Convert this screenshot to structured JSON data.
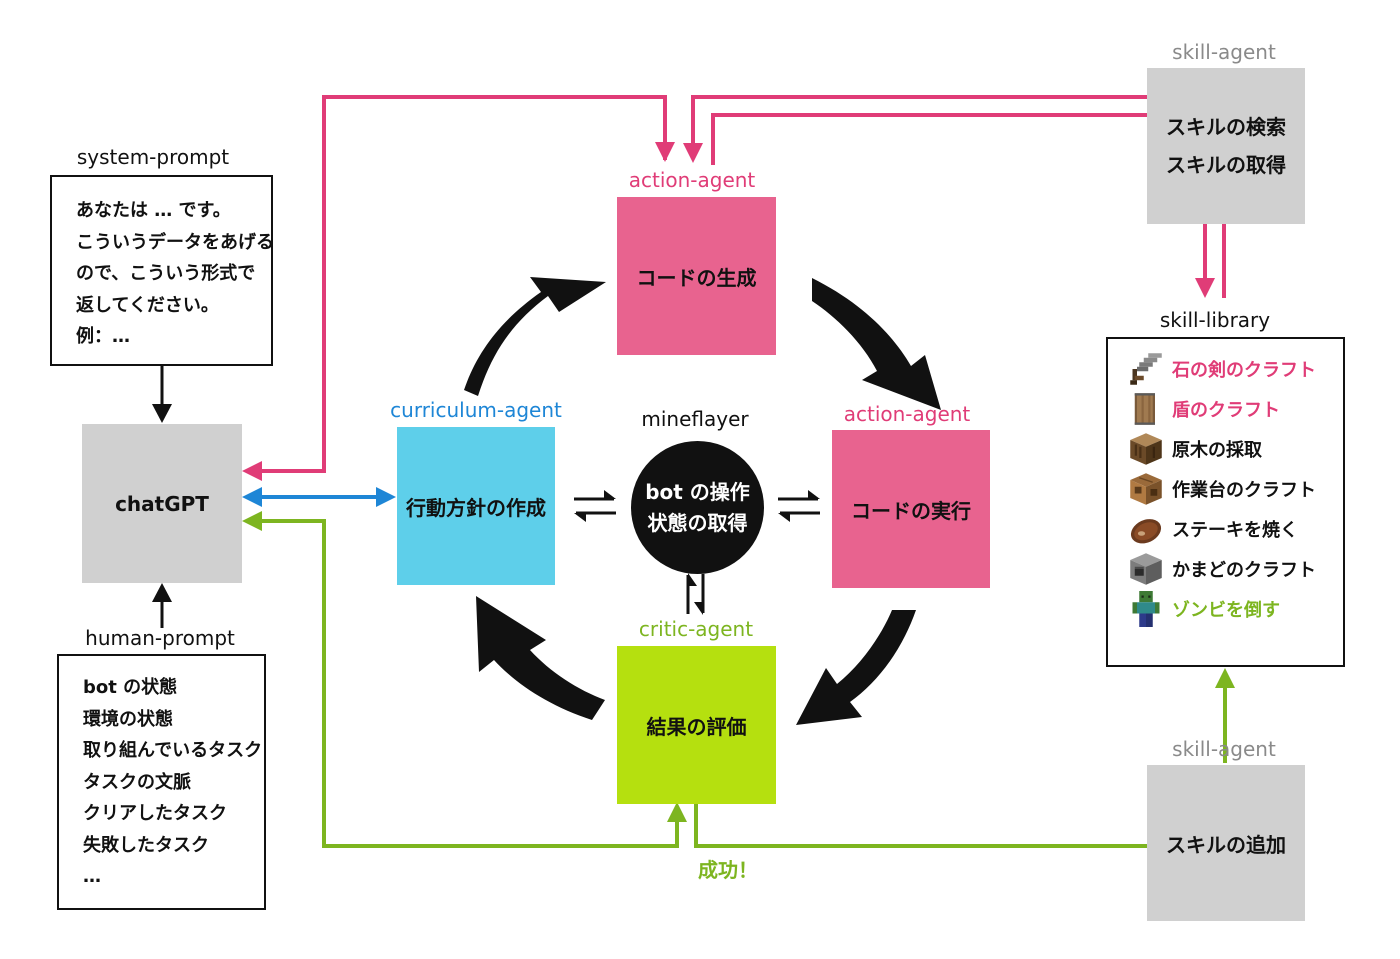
{
  "colors": {
    "pink": "#e8638f",
    "pink_line": "#e03c77",
    "blue": "#5ecfea",
    "blue_line": "#1e86d6",
    "green": "#b5e00f",
    "green_line": "#7db520",
    "gray": "#d0d0d0",
    "black": "#111111"
  },
  "left": {
    "system_prompt": {
      "label": "system-prompt",
      "lines": [
        "あなたは … です。",
        "こういうデータをあげる",
        "ので、こういう形式で",
        "返してください。",
        "例：…"
      ]
    },
    "chatgpt": {
      "label": "chatGPT"
    },
    "human_prompt": {
      "label": "human-prompt",
      "lines": [
        "bot の状態",
        "環境の状態",
        "取り組んでいるタスク",
        "タスクの文脈",
        "クリアしたタスク",
        "失敗したタスク",
        "…"
      ]
    }
  },
  "cycle": {
    "generate": {
      "agent": "action-agent",
      "text": "コードの生成"
    },
    "execute": {
      "agent": "action-agent",
      "text": "コードの実行"
    },
    "evaluate": {
      "agent": "critic-agent",
      "text": "結果の評価"
    },
    "curriculum": {
      "agent": "curriculum-agent",
      "text": "行動方針の作成"
    },
    "center": {
      "label": "mineflayer",
      "line1": "bot の操作",
      "line2": "状態の取得"
    },
    "success": "成功！"
  },
  "right": {
    "skill_agent_top": {
      "label": "skill-agent",
      "line1": "スキルの検索",
      "line2": "スキルの取得"
    },
    "skill_library": {
      "label": "skill-library",
      "items": [
        {
          "icon": "sword-icon",
          "text": "石の剣のクラフト",
          "color": "pink"
        },
        {
          "icon": "shield-icon",
          "text": "盾のクラフト",
          "color": "pink"
        },
        {
          "icon": "log-icon",
          "text": "原木の採取",
          "color": "black"
        },
        {
          "icon": "crafting-table-icon",
          "text": "作業台のクラフト",
          "color": "black"
        },
        {
          "icon": "steak-icon",
          "text": "ステーキを焼く",
          "color": "black"
        },
        {
          "icon": "furnace-icon",
          "text": "かまどのクラフト",
          "color": "black"
        },
        {
          "icon": "zombie-icon",
          "text": "ゾンビを倒す",
          "color": "green"
        }
      ]
    },
    "skill_agent_bottom": {
      "label": "skill-agent",
      "text": "スキルの追加"
    }
  }
}
